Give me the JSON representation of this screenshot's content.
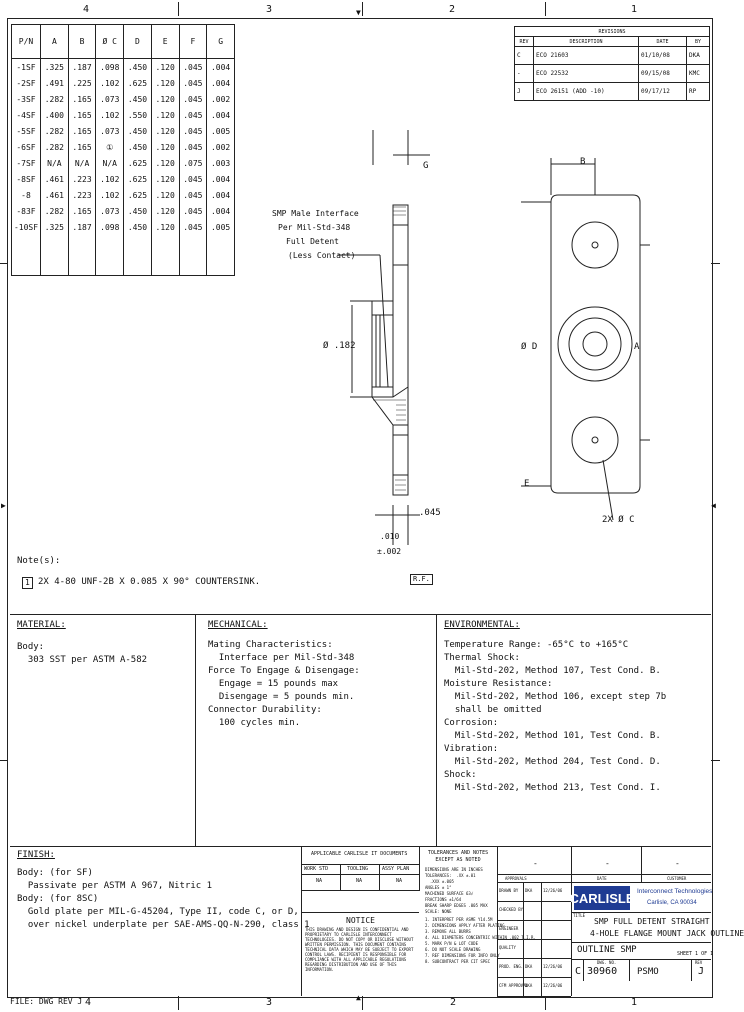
{
  "zones": {
    "top": [
      "4",
      "3",
      "2",
      "1"
    ],
    "bottom": [
      "4",
      "3",
      "2",
      "1"
    ]
  },
  "dim_table": {
    "headers": [
      "P/N",
      "A",
      "B",
      "Ø C",
      "D",
      "E",
      "F",
      "G"
    ],
    "rows": [
      [
        "-1SF",
        ".325",
        ".187",
        ".098",
        ".450",
        ".120",
        ".045",
        ".004"
      ],
      [
        "-2SF",
        ".491",
        ".225",
        ".102",
        ".625",
        ".120",
        ".045",
        ".004"
      ],
      [
        "-3SF",
        ".282",
        ".165",
        ".073",
        ".450",
        ".120",
        ".045",
        ".002"
      ],
      [
        "-4SF",
        ".400",
        ".165",
        ".102",
        ".550",
        ".120",
        ".045",
        ".004"
      ],
      [
        "-5SF",
        ".282",
        ".165",
        ".073",
        ".450",
        ".120",
        ".045",
        ".005"
      ],
      [
        "-6SF",
        ".282",
        ".165",
        "①",
        ".450",
        ".120",
        ".045",
        ".002"
      ],
      [
        "-7SF",
        "N/A",
        "N/A",
        "N/A",
        ".625",
        ".120",
        ".075",
        ".003"
      ],
      [
        "-8SF",
        ".461",
        ".223",
        ".102",
        ".625",
        ".120",
        ".045",
        ".004"
      ],
      [
        "-8",
        ".461",
        ".223",
        ".102",
        ".625",
        ".120",
        ".045",
        ".004"
      ],
      [
        "-83F",
        ".282",
        ".165",
        ".073",
        ".450",
        ".120",
        ".045",
        ".004"
      ],
      [
        "-10SF",
        ".325",
        ".187",
        ".098",
        ".450",
        ".120",
        ".045",
        ".005"
      ]
    ]
  },
  "revisions": {
    "title": "REVISIONS",
    "headers": [
      "REV",
      "DESCRIPTION",
      "DATE",
      "BY"
    ],
    "rows": [
      [
        "C",
        "ECO 21603",
        "01/10/08",
        "DKA"
      ],
      [
        "-",
        "ECO 22532",
        "09/15/08",
        "KMC"
      ],
      [
        "J",
        "ECO 26151 (ADD -10)",
        "09/17/12",
        "RP"
      ]
    ]
  },
  "callouts": {
    "g": "G",
    "b": "B",
    "smp": [
      "SMP Male Interface",
      "Per Mil-Std-348",
      "Full Detent",
      "(Less Contact)"
    ],
    "dia182": "Ø .182",
    "d": "Ø D",
    "a": "A",
    "dim045": ".045",
    "e": "E",
    "f_top": ".010",
    "f_bot": "±.002",
    "holes": "2X Ø C",
    "rf": "R.F."
  },
  "notes": {
    "title": "Note(s):",
    "num": "1",
    "text": "2X 4-80 UNF-2B X 0.085 X 90° COUNTERSINK."
  },
  "material": {
    "title": "MATERIAL:",
    "lines": [
      "Body:",
      "  303 SST per ASTM A-582"
    ]
  },
  "mechanical": {
    "title": "MECHANICAL:",
    "lines": [
      "Mating Characteristics:",
      "  Interface per Mil-Std-348",
      "Force To Engage & Disengage:",
      "  Engage = 15 pounds max",
      "  Disengage = 5 pounds min.",
      "Connector Durability:",
      "  100 cycles min."
    ]
  },
  "environmental": {
    "title": "ENVIRONMENTAL:",
    "lines": [
      "Temperature Range: -65°C to +165°C",
      "Thermal Shock:",
      "  Mil-Std-202, Method 107, Test Cond. B.",
      "Moisture Resistance:",
      "  Mil-Std-202, Method 106, except step 7b",
      "  shall be omitted",
      "Corrosion:",
      "  Mil-Std-202, Method 101, Test Cond. B.",
      "Vibration:",
      "  Mil-Std-202, Method 204, Test Cond. D.",
      "Shock:",
      "  Mil-Std-202, Method 213, Test Cond. I."
    ]
  },
  "finish": {
    "title": "FINISH:",
    "lines": [
      "Body: (for SF)",
      "  Passivate per ASTM A 967, Nitric 1",
      "",
      "Body: (for 8SC)",
      "  Gold plate per MIL-G-45204, Type II, code C, or D,",
      "  over nickel underplate per SAE-AMS-QQ-N-290, class 1"
    ]
  },
  "applicable": {
    "title": "APPLICABLE CARLISLE IT DOCUMENTS",
    "headers": [
      "WORK STD",
      "TOOLING",
      "ASSY PLAN"
    ],
    "values": [
      "NA",
      "NA",
      "NA"
    ]
  },
  "notice": {
    "title": "NOTICE",
    "text": "THIS DRAWING AND DESIGN IS CONFIDENTIAL AND PROPRIETARY TO CARLISLE INTERCONNECT TECHNOLOGIES. DO NOT COPY OR DISCLOSE WITHOUT WRITTEN PERMISSION. THIS DOCUMENT CONTAINS TECHNICAL DATA WHICH MAY BE SUBJECT TO EXPORT CONTROL LAWS. RECIPIENT IS RESPONSIBLE FOR COMPLIANCE WITH ALL APPLICABLE REGULATIONS REGARDING DISTRIBUTION AND USE OF THIS INFORMATION."
  },
  "tolerances": {
    "title": "TOLERANCES AND NOTES",
    "sub": "EXCEPT AS NOTED",
    "lines": [
      "DIMENSIONS ARE IN INCHES",
      "TOLERANCES:  .XX ±.01",
      "  .XXX ±.005",
      "ANGLES ± 1°",
      "MACHINED SURFACE 63√",
      "FRACTIONS ±1/64",
      "BREAK SHARP EDGES .005 MAX",
      "SCALE: NONE"
    ],
    "notes": [
      "1. INTERPRET PER ASME Y14.5M",
      "2. DIMENSIONS APPLY AFTER PLATING",
      "3. REMOVE ALL BURRS",
      "4. ALL DIAMETERS CONCENTRIC WITHIN .002 T.I.R.",
      "5. MARK P/N & LOT CODE",
      "6. DO NOT SCALE DRAWING",
      "7. REF DIMENSIONS FOR INFO ONLY",
      "8. SUBCONTRACT PER CIT SPEC"
    ]
  },
  "title_block": {
    "approvals_header": [
      "APPROVALS",
      "DATE",
      "CUSTOMER"
    ],
    "rows": [
      [
        "DRAWN BY",
        "DKA",
        "12/26/06"
      ],
      [
        "CHECKED BY",
        "",
        ""
      ],
      [
        "ENGINEER",
        "",
        ""
      ],
      [
        "QUALITY",
        "",
        ""
      ],
      [
        "PROD. ENG.",
        "DKA",
        "12/26/06"
      ],
      [
        "CFM APPROVAL",
        "DKA",
        "12/26/06"
      ]
    ],
    "company": "CARLISLE",
    "division": [
      "Interconnect Technologies",
      "Carlisle, CA 90034"
    ],
    "title_label": "TITLE",
    "title_lines": [
      "SMP FULL DETENT STRAIGHT",
      "4-HOLE FLANGE MOUNT JACK OUTLINE"
    ],
    "part": "OUTLINE SMP",
    "sheet": "SHEET 1 OF 1",
    "size": "C",
    "dwg_no": "30960",
    "cage": "PSMO",
    "rev": "J",
    "dwg_no_label": "DWG. NO.",
    "rev_label": "REV"
  },
  "footer": {
    "left": "FILE: DWG REV J"
  }
}
